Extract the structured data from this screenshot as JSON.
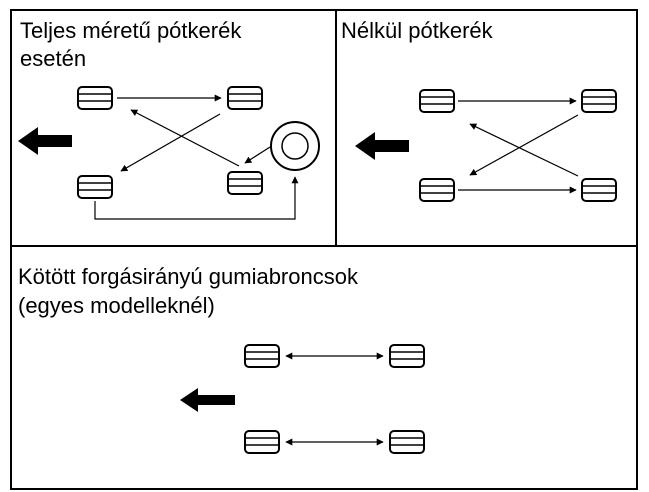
{
  "panels": {
    "full_spare": {
      "title_line1": "Teljes méretű pótkerék",
      "title_line2": "esetén"
    },
    "no_spare": {
      "title": "Nélkül pótkerék"
    },
    "directional": {
      "title_line1": "Kötött forgásirányú gumiabroncsok",
      "title_line2": "(egyes modelleknél)"
    }
  },
  "colors": {
    "line": "#000000",
    "background": "#ffffff"
  },
  "icons": [
    "tire-icon",
    "spare-wheel-icon",
    "forward-arrow-icon"
  ]
}
